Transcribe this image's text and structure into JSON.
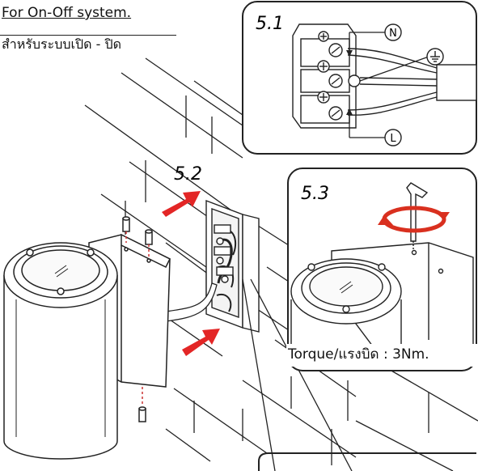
{
  "header": {
    "title_en": "For On-Off system.",
    "title_th": "สำหรับระบบเปิด - ปิด"
  },
  "panels": {
    "p51": {
      "label": "5.1",
      "terminal_n": "N",
      "terminal_l": "L"
    },
    "p52": {
      "label": "5.2"
    },
    "p53": {
      "label": "5.3",
      "torque_text": "Torque/แรงบิด : 3Nm."
    }
  },
  "icons": {
    "ground": "ground-symbol-icon",
    "arrow_color": "#e32626",
    "rotate_color": "#d9301f"
  }
}
